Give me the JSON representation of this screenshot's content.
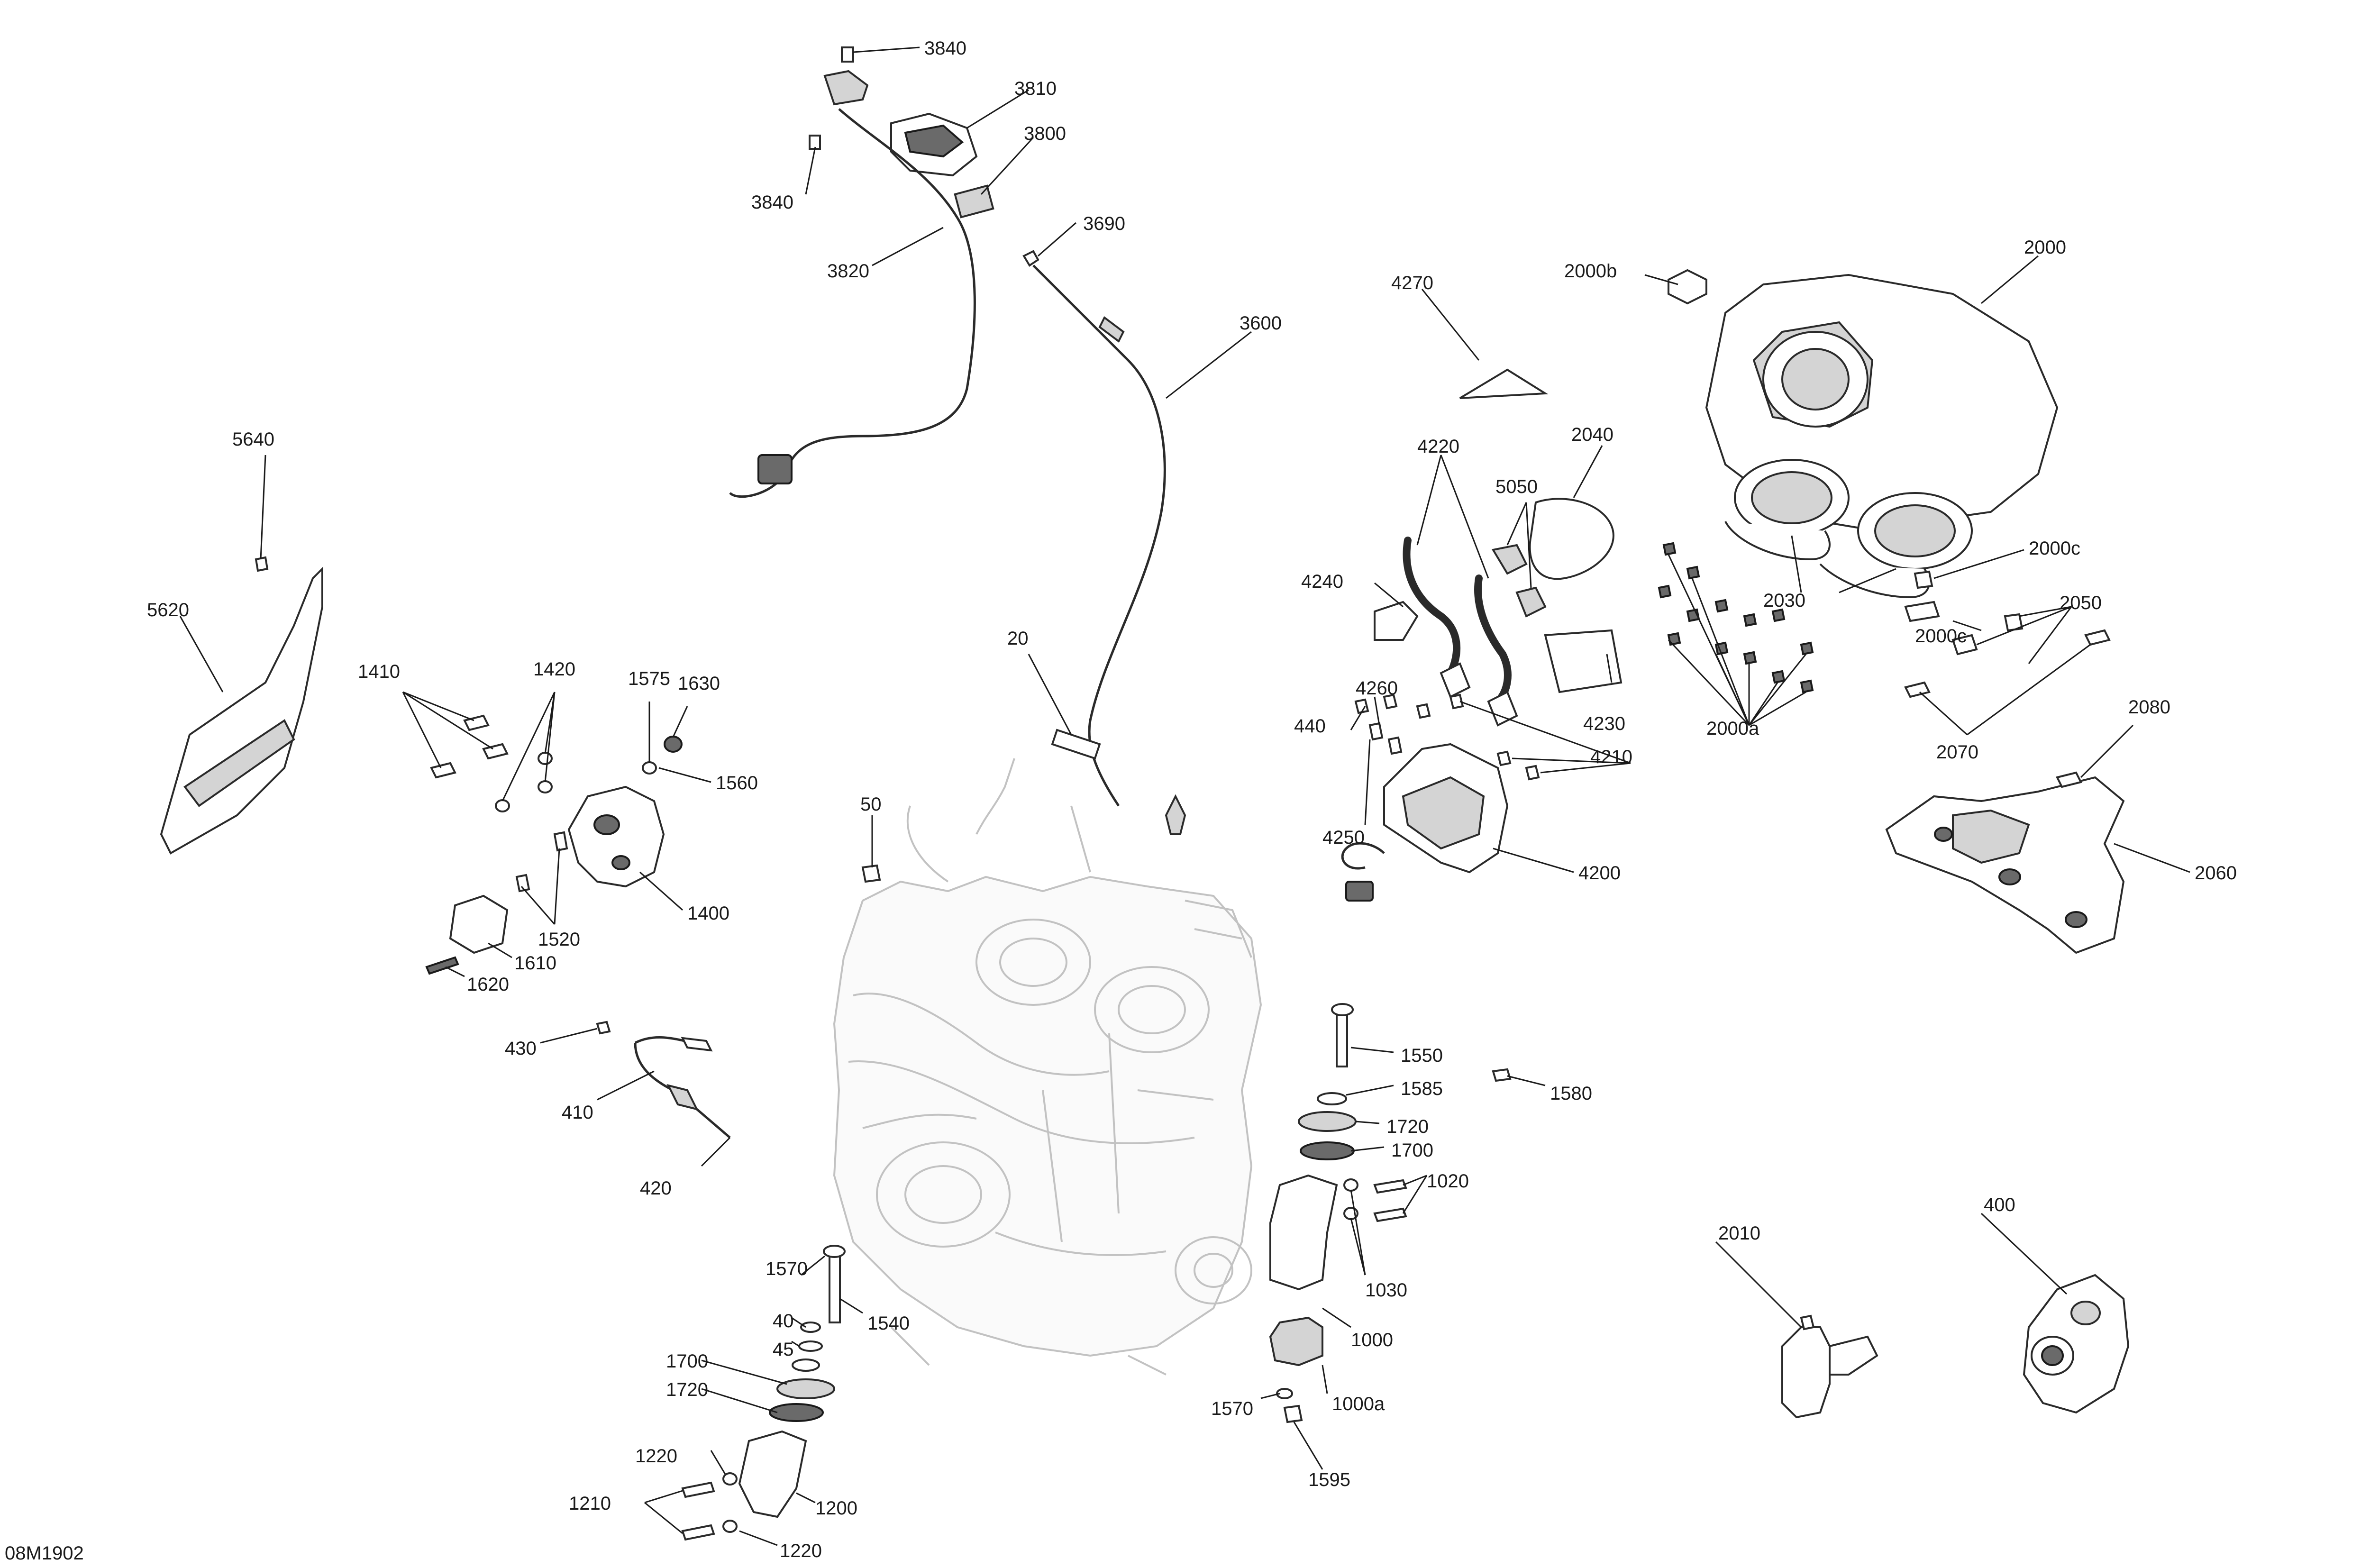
{
  "diagram_code": "08M1902",
  "callouts": [
    {
      "id": "c3840a",
      "text": "3840"
    },
    {
      "id": "c3810",
      "text": "3810"
    },
    {
      "id": "c3800",
      "text": "3800"
    },
    {
      "id": "c3840b",
      "text": "3840"
    },
    {
      "id": "c3690",
      "text": "3690"
    },
    {
      "id": "c3820",
      "text": "3820"
    },
    {
      "id": "c3600",
      "text": "3600"
    },
    {
      "id": "c4270",
      "text": "4270"
    },
    {
      "id": "c2000b",
      "text": "2000b"
    },
    {
      "id": "c2000",
      "text": "2000"
    },
    {
      "id": "c2040",
      "text": "2040"
    },
    {
      "id": "c4220",
      "text": "4220"
    },
    {
      "id": "c5050",
      "text": "5050"
    },
    {
      "id": "c2000c1",
      "text": "2000c"
    },
    {
      "id": "c4240",
      "text": "4240"
    },
    {
      "id": "c2030",
      "text": "2030"
    },
    {
      "id": "c2050",
      "text": "2050"
    },
    {
      "id": "c2000c2",
      "text": "2000c"
    },
    {
      "id": "c5640",
      "text": "5640"
    },
    {
      "id": "c5620",
      "text": "5620"
    },
    {
      "id": "c20",
      "text": "20"
    },
    {
      "id": "c4260",
      "text": "4260"
    },
    {
      "id": "c4230",
      "text": "4230"
    },
    {
      "id": "c2000a",
      "text": "2000a"
    },
    {
      "id": "c2080",
      "text": "2080"
    },
    {
      "id": "c2070",
      "text": "2070"
    },
    {
      "id": "c1410",
      "text": "1410"
    },
    {
      "id": "c1420",
      "text": "1420"
    },
    {
      "id": "c1575",
      "text": "1575"
    },
    {
      "id": "c1630",
      "text": "1630"
    },
    {
      "id": "c440",
      "text": "440"
    },
    {
      "id": "c4210",
      "text": "4210"
    },
    {
      "id": "c1560",
      "text": "1560"
    },
    {
      "id": "c50",
      "text": "50"
    },
    {
      "id": "c4250",
      "text": "4250"
    },
    {
      "id": "c4200",
      "text": "4200"
    },
    {
      "id": "c2060",
      "text": "2060"
    },
    {
      "id": "c1400",
      "text": "1400"
    },
    {
      "id": "c1520",
      "text": "1520"
    },
    {
      "id": "c1610",
      "text": "1610"
    },
    {
      "id": "c1620",
      "text": "1620"
    },
    {
      "id": "c430",
      "text": "430"
    },
    {
      "id": "c1550",
      "text": "1550"
    },
    {
      "id": "c1580",
      "text": "1580"
    },
    {
      "id": "c1585",
      "text": "1585"
    },
    {
      "id": "c410",
      "text": "410"
    },
    {
      "id": "c1720a",
      "text": "1720"
    },
    {
      "id": "c1700a",
      "text": "1700"
    },
    {
      "id": "c420",
      "text": "420"
    },
    {
      "id": "c1020",
      "text": "1020"
    },
    {
      "id": "c2010",
      "text": "2010"
    },
    {
      "id": "c400",
      "text": "400"
    },
    {
      "id": "c1570a",
      "text": "1570"
    },
    {
      "id": "c1030",
      "text": "1030"
    },
    {
      "id": "c40",
      "text": "40"
    },
    {
      "id": "c1540",
      "text": "1540"
    },
    {
      "id": "c45",
      "text": "45"
    },
    {
      "id": "c1000",
      "text": "1000"
    },
    {
      "id": "c1700b",
      "text": "1700"
    },
    {
      "id": "c1720b",
      "text": "1720"
    },
    {
      "id": "c1570b",
      "text": "1570"
    },
    {
      "id": "c1000a",
      "text": "1000a"
    },
    {
      "id": "c1220a",
      "text": "1220"
    },
    {
      "id": "c1595",
      "text": "1595"
    },
    {
      "id": "c1200",
      "text": "1200"
    },
    {
      "id": "c1210",
      "text": "1210"
    },
    {
      "id": "c1220b",
      "text": "1220"
    }
  ]
}
